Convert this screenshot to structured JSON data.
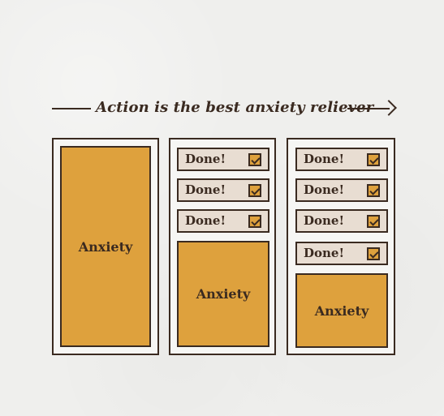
{
  "diagram": {
    "title": "Action is the best anxiety reliever",
    "panels": [
      {
        "anxiety_label": "Anxiety",
        "tasks": []
      },
      {
        "anxiety_label": "Anxiety",
        "tasks": [
          "Done!",
          "Done!",
          "Done!"
        ]
      },
      {
        "anxiety_label": "Anxiety",
        "tasks": [
          "Done!",
          "Done!",
          "Done!",
          "Done!"
        ]
      }
    ]
  }
}
